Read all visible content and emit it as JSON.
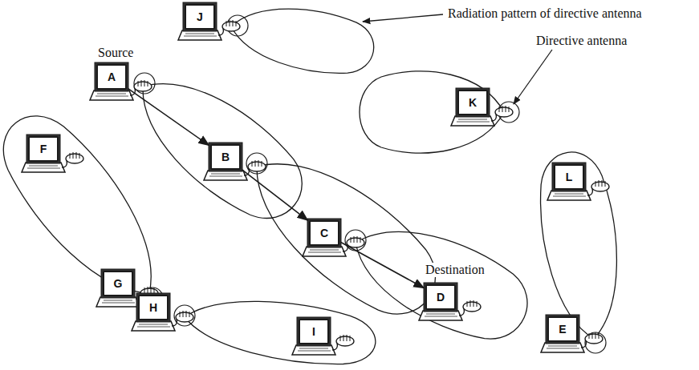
{
  "diagram": {
    "nodes": [
      {
        "text": [
          "J"
        ]
      },
      {
        "text": [
          "A"
        ]
      },
      {
        "text": [
          "K"
        ]
      },
      {
        "text": [
          "F"
        ]
      },
      {
        "text": [
          "B"
        ]
      },
      {
        "text": [
          "C"
        ]
      },
      {
        "text": [
          "L"
        ]
      },
      {
        "text": [
          "G"
        ]
      },
      {
        "text": [
          "D"
        ]
      },
      {
        "text": [
          "H"
        ]
      },
      {
        "text": [
          "I"
        ]
      },
      {
        "text": [
          "E"
        ]
      }
    ],
    "edges": [
      {
        "from": 1,
        "to": 4,
        "arrow": "to"
      },
      {
        "from": 4,
        "to": 5,
        "arrow": "to"
      },
      {
        "from": 5,
        "to": 8,
        "arrow": "to"
      }
    ],
    "labels": [
      "Radiation pattern of directive antenna",
      "Directive antenna",
      "Source",
      "Destination"
    ]
  }
}
